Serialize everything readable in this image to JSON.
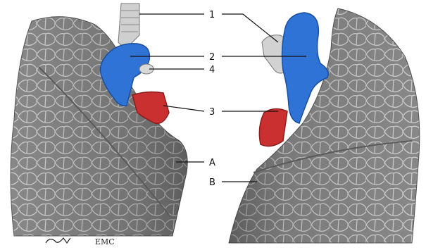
{
  "labels": {
    "l1": "1",
    "l2": "2",
    "l3": "3",
    "l4": "4",
    "la": "A",
    "lb": "B"
  },
  "credit": {
    "publisher": "EMC"
  },
  "colors": {
    "lung": "#8c8c8c",
    "vein_blue": "#2f73d6",
    "artery_red": "#c9302f",
    "bronchus": "#cfcfcf"
  }
}
